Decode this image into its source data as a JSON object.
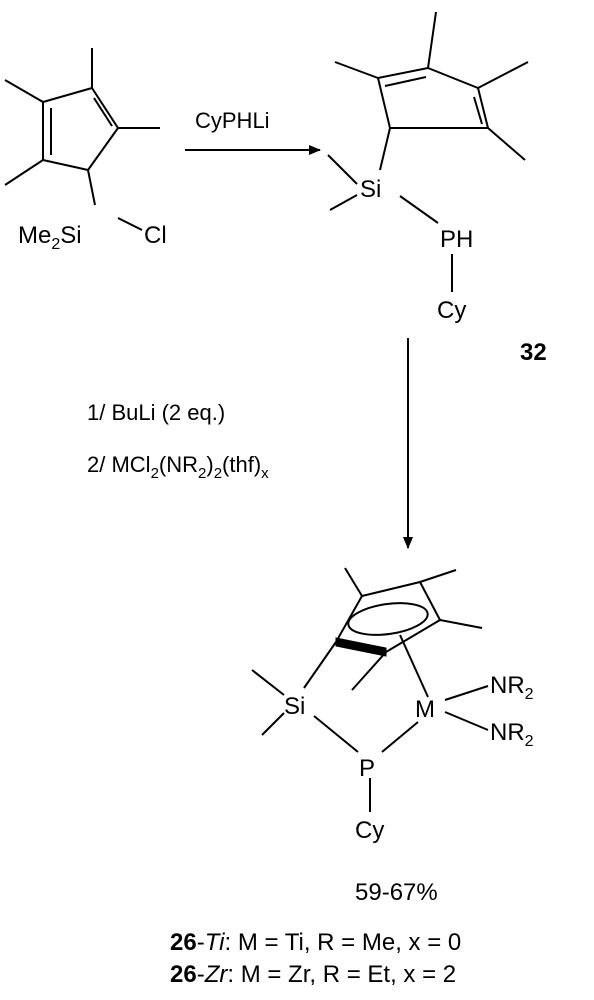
{
  "reagents": {
    "step1": "CyPHLi",
    "step2_line1": "1/ BuLi (2 eq.)",
    "step2_line2_prefix": "2/ MCl",
    "step2_line2_sub1": "2",
    "step2_line2_mid": "(NR",
    "step2_line2_sub2": "2",
    "step2_line2_mid2": ")",
    "step2_line2_sub3": "2",
    "step2_line2_mid3": "(thf)",
    "step2_line2_sub4": "x"
  },
  "start_material": {
    "me": "Me",
    "me_sub": "2",
    "si": "Si",
    "cl": "Cl"
  },
  "compound_32": {
    "si": "Si",
    "ph": "PH",
    "cy": "Cy",
    "label": "32"
  },
  "product": {
    "si": "Si",
    "p": "P",
    "m": "M",
    "cy": "Cy",
    "nr": "NR",
    "nr_sub": "2",
    "yield": "59-67%"
  },
  "captions": [
    {
      "num": "26",
      "dash": "-",
      "metal_italic": "Ti",
      "rest": ": M = Ti, R = Me, x = 0"
    },
    {
      "num": "26",
      "dash": "-",
      "metal_italic": "Zr",
      "rest": ": M = Zr, R = Et, x = 2"
    }
  ]
}
